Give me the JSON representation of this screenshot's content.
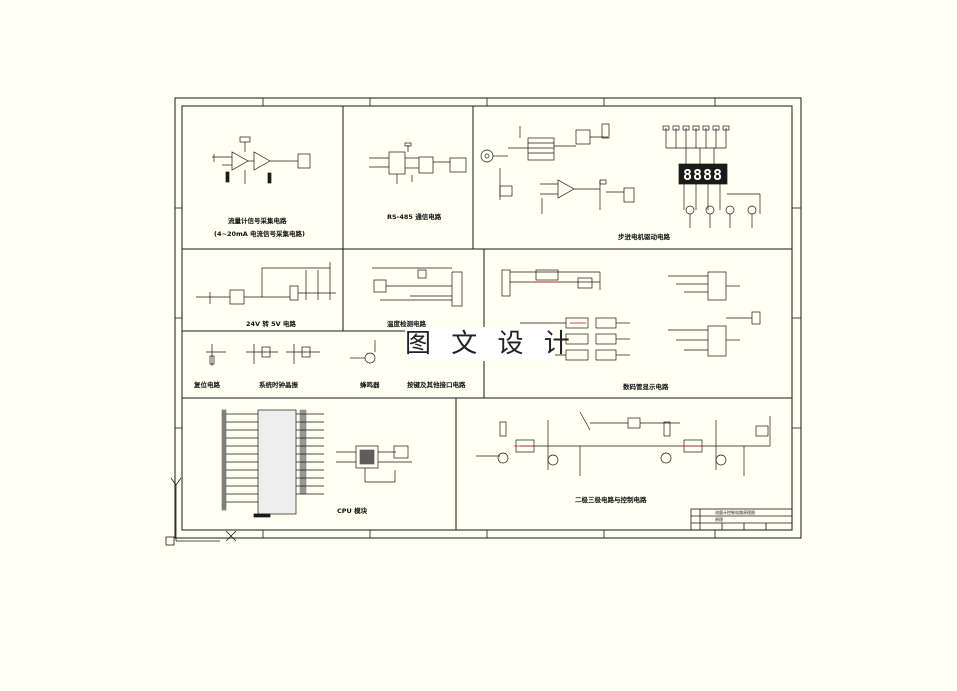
{
  "watermark": "图 文 设 计",
  "blocks": {
    "flow_sensor": {
      "title": "流量计信号采集电路",
      "subtitle": "(4~20mA 电流信号采集电路)"
    },
    "rs485": {
      "title": "RS-485 通信电路"
    },
    "motor": {
      "title": "步进电机驱动电路"
    },
    "psu": {
      "title": "24V 转 5V 电路"
    },
    "temp": {
      "title": "温度检测电路"
    },
    "reset": {
      "title": "复位电路"
    },
    "clock": {
      "title": "系统时钟晶振"
    },
    "buzzer": {
      "title": "蜂鸣器"
    },
    "keys": {
      "title": "按键及其他接口电路"
    },
    "display": {
      "title": "数码管显示电路"
    },
    "cpu": {
      "title": "CPU 模块"
    },
    "triac": {
      "title": "二极三极电路与控制电路"
    }
  },
  "seven_seg": {
    "digits": "8888"
  },
  "title_block": {
    "name": "流量计控制电路原理图",
    "sub": "原理"
  },
  "colors": {
    "ink": "#1a1a1a",
    "paper": "#fffff2",
    "red": "#c81818"
  }
}
